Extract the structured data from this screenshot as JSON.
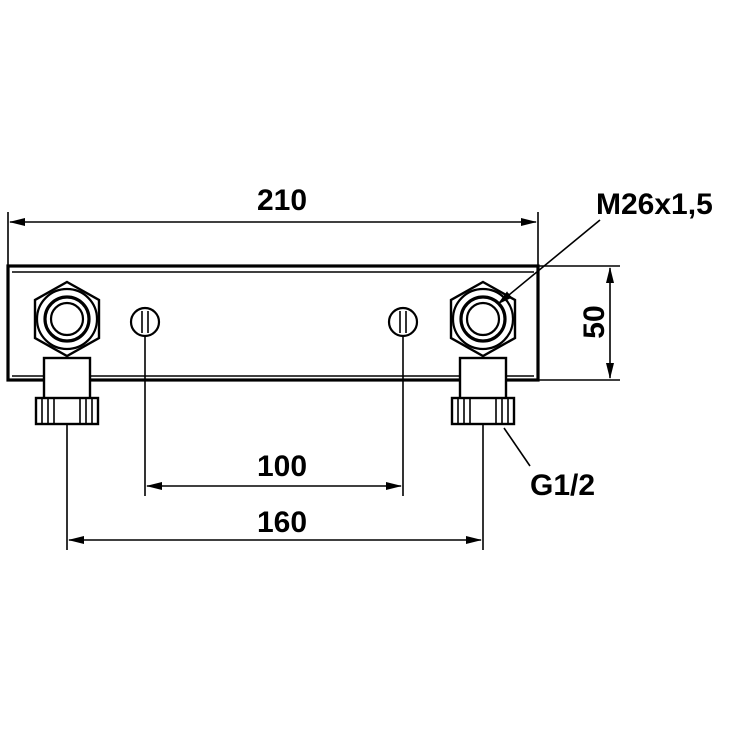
{
  "dimensions": {
    "overall_width": "210",
    "height": "50",
    "screw_spacing": "100",
    "outlet_spacing": "160"
  },
  "callouts": {
    "union_nut_thread": "M26x1,5",
    "connection_thread": "G1/2"
  }
}
